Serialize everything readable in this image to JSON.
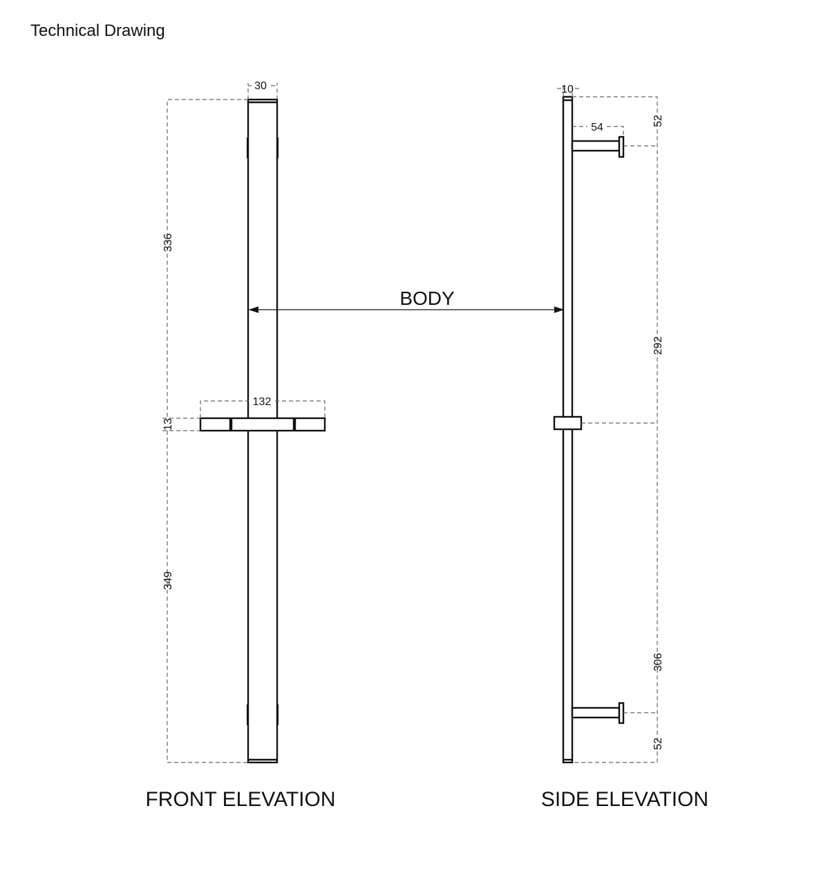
{
  "header": {
    "title": "Technical Drawing"
  },
  "front": {
    "label": "FRONT ELEVATION",
    "dims": {
      "width": "30",
      "upper": "336",
      "bracket_height": "13",
      "bracket_width": "132",
      "lower": "349"
    }
  },
  "side": {
    "label": "SIDE ELEVATION",
    "dims": {
      "depth": "10",
      "arm": "54",
      "top": "52",
      "upper": "292",
      "lower": "306",
      "bottom": "52"
    }
  },
  "body_label": "BODY",
  "colors": {
    "line": "#111111",
    "dash": "#666666"
  }
}
